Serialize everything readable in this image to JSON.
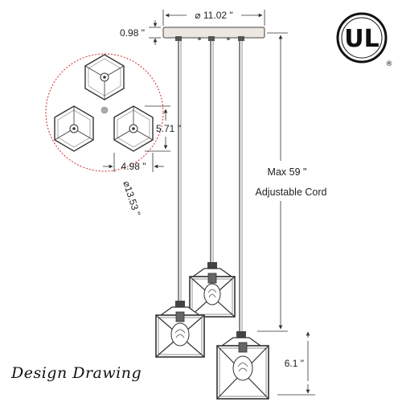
{
  "dimensions": {
    "canopy_diameter": "⌀ 11.02 \"",
    "canopy_height": "0.98 \"",
    "shade_height": "5.71 \"",
    "shade_width": "4.98 \"",
    "cluster_diameter": "⌀13.53 \"",
    "bottom_clearance": "6.1 \""
  },
  "cord": {
    "max_length": "Max 59 \"",
    "description": "Adjustable Cord"
  },
  "certification": {
    "logo_text": "UL",
    "registered_mark": "®"
  },
  "caption": "Design Drawing",
  "colors": {
    "line": "#333333",
    "dotted_circle": "#cc2a2a",
    "canopy": "#ece7e0",
    "cord": "#555555"
  }
}
